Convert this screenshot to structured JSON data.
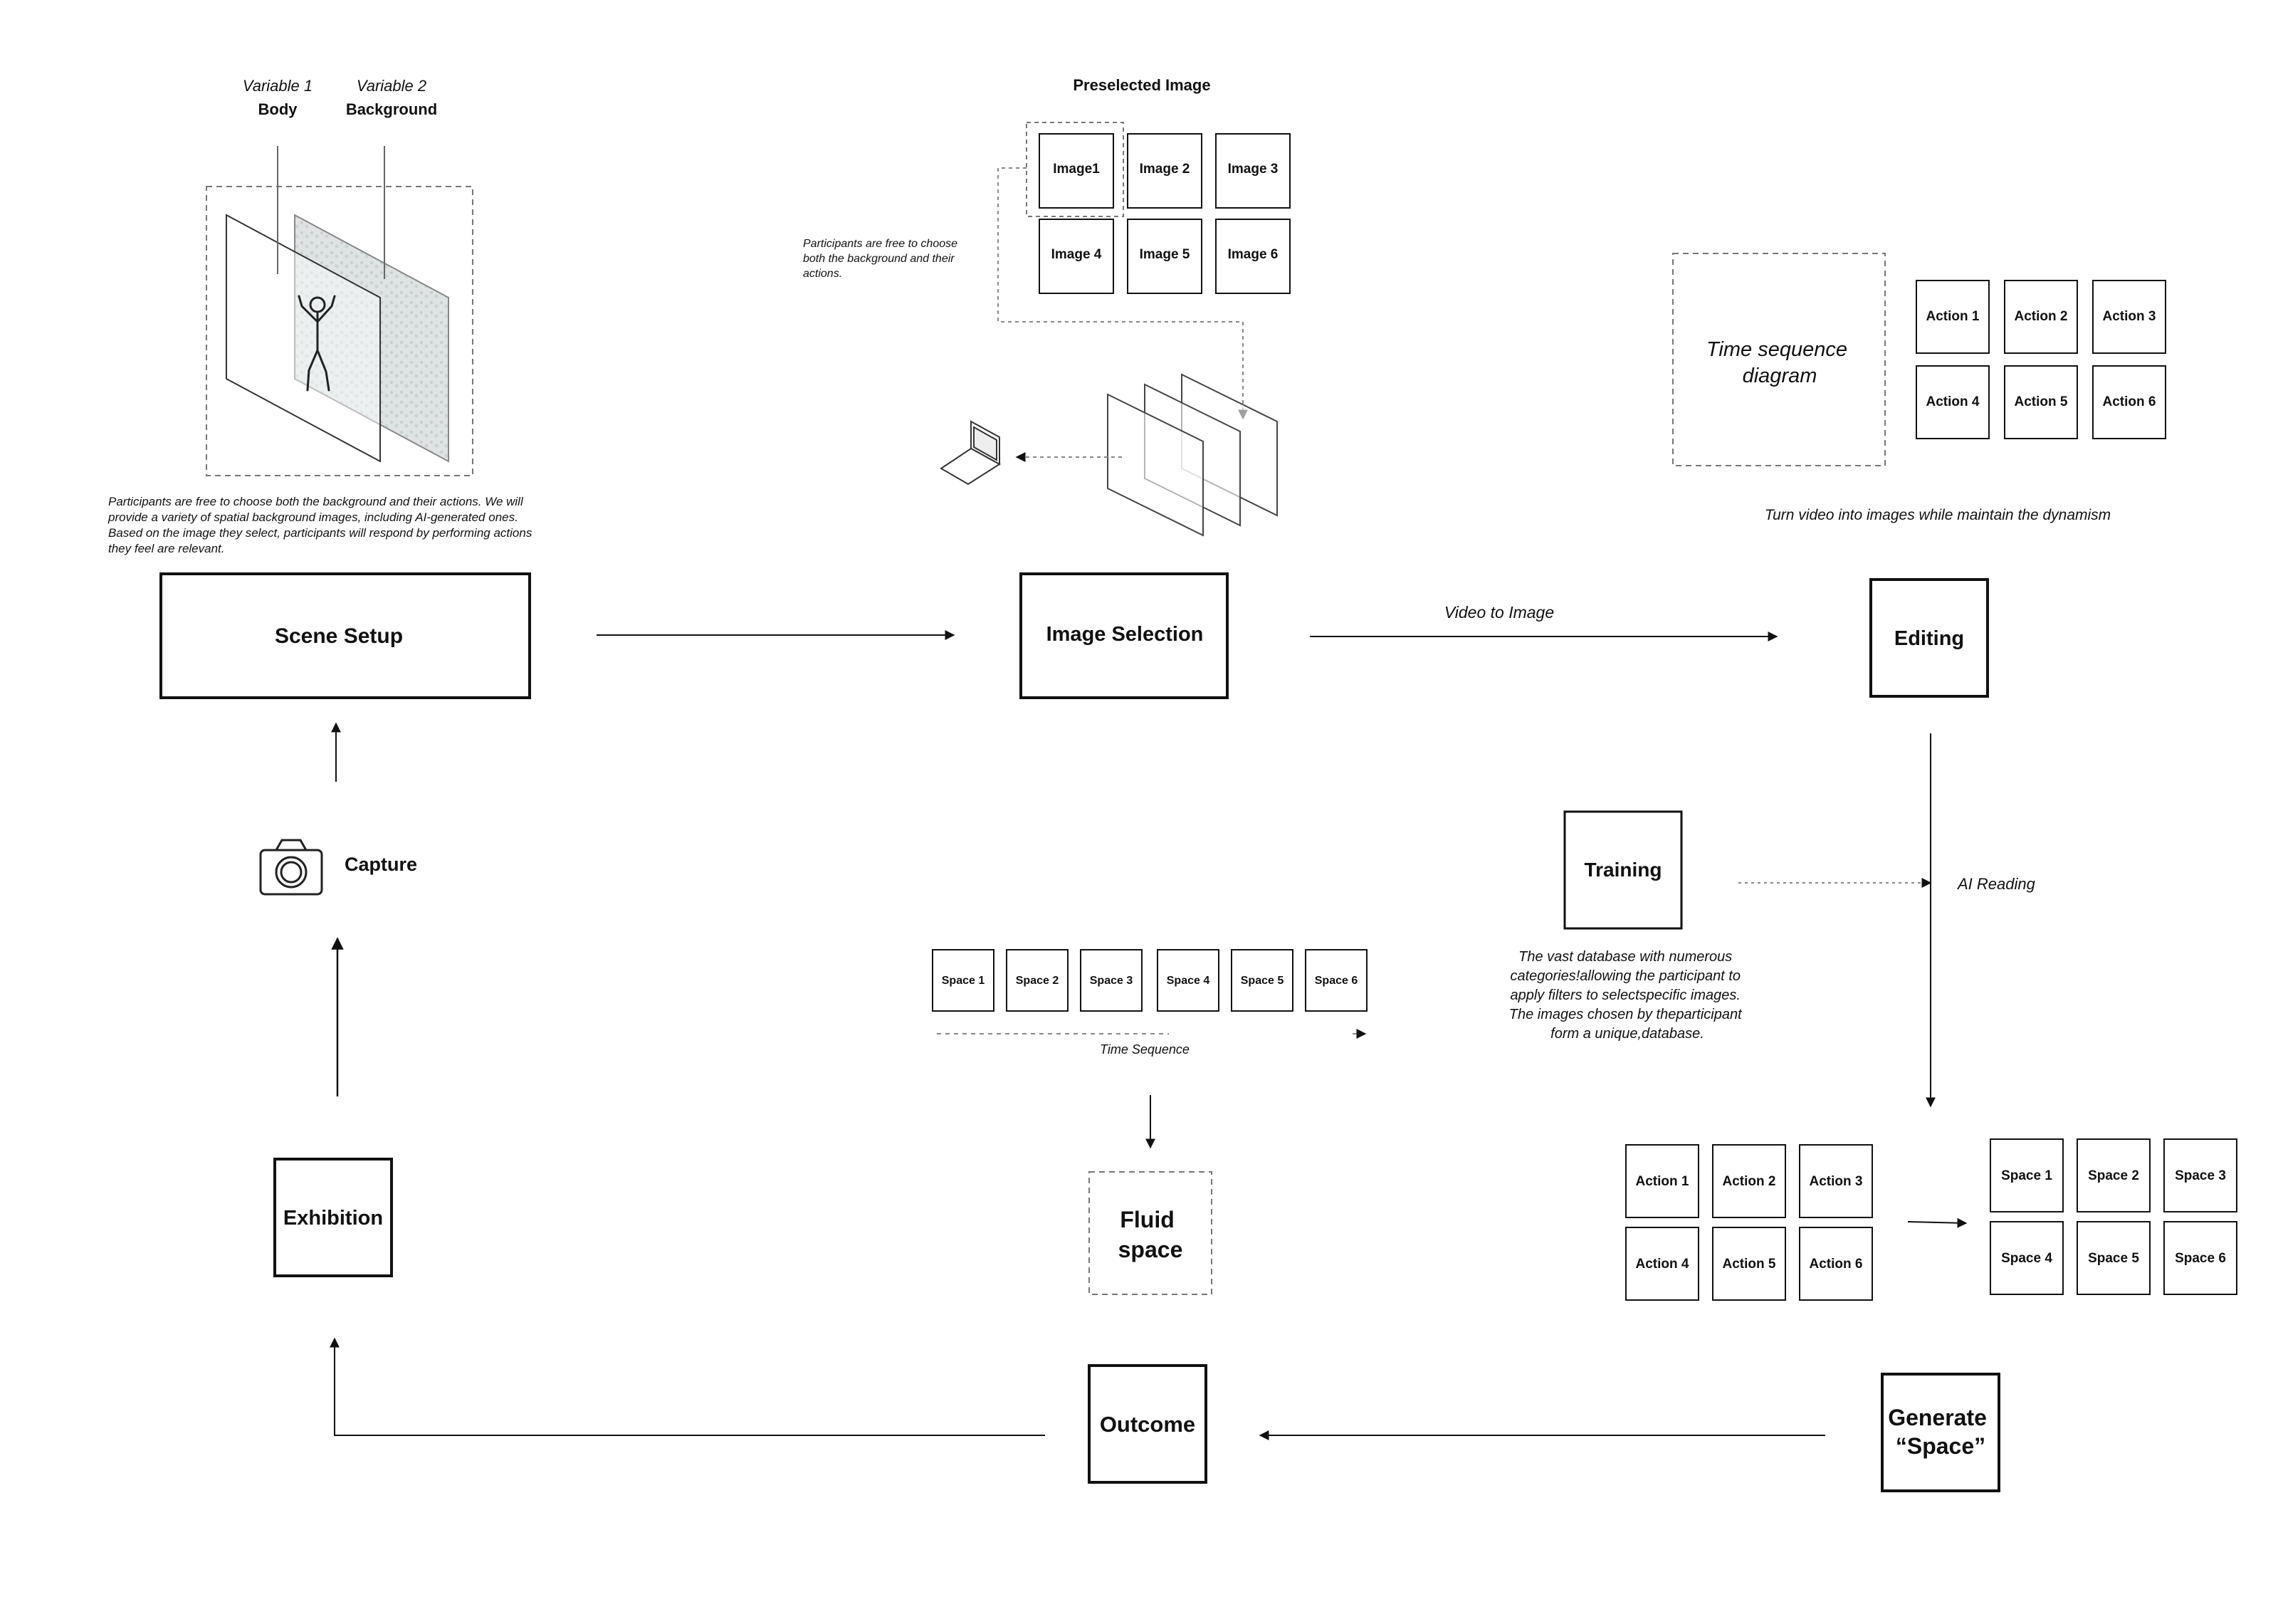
{
  "scene_setup": {
    "var1_label": "Variable 1",
    "var1_name": "Body",
    "var2_label": "Variable 2",
    "var2_name": "Background",
    "description_lines": [
      "Participants are free to choose both the background and their actions. We will",
      "provide a variety of spatial background images, including AI-generated ones.",
      "Based on the image they select, participants will respond by performing actions",
      "they feel are relevant."
    ],
    "label": "Scene Setup"
  },
  "preselected": {
    "title": "Preselected Image",
    "images": [
      "Image1",
      "Image 2",
      "Image 3",
      "Image 4",
      "Image 5",
      "Image 6"
    ],
    "note_lines": [
      "Participants are free to choose",
      "both the background and their",
      "actions."
    ]
  },
  "image_selection": {
    "label": "Image Selection"
  },
  "video_to_image": {
    "label": "Video to Image"
  },
  "editing": {
    "label": "Editing",
    "time_sequence_lines": [
      "Time sequence",
      "diagram"
    ],
    "actions": [
      "Action 1",
      "Action 2",
      "Action 3",
      "Action 4",
      "Action 5",
      "Action 6"
    ],
    "caption": "Turn video into images while maintain the dynamism"
  },
  "training": {
    "label": "Training",
    "ai_reading": "AI Reading",
    "note_lines": [
      "The vast database with numerous",
      "categories!allowing the participant to",
      "apply filters to selectspecific images.",
      "The images chosen by theparticipant",
      "form a unique,database."
    ]
  },
  "generate": {
    "label_lines": [
      "Generate",
      "“Space”"
    ],
    "actions": [
      "Action 1",
      "Action 2",
      "Action 3",
      "Action 4",
      "Action 5",
      "Action 6"
    ],
    "spaces": [
      "Space 1",
      "Space 2",
      "Space 3",
      "Space 4",
      "Space 5",
      "Space 6"
    ]
  },
  "time_sequence": {
    "spaces": [
      "Space 1",
      "Space 2",
      "Space 3",
      "Space 4",
      "Space 5",
      "Space 6"
    ],
    "caption": "Time Sequence"
  },
  "fluid_space": {
    "label_lines": [
      "Fluid",
      "space"
    ]
  },
  "outcome": {
    "label": "Outcome"
  },
  "exhibition": {
    "label": "Exhibition"
  },
  "capture": {
    "label": "Capture"
  }
}
